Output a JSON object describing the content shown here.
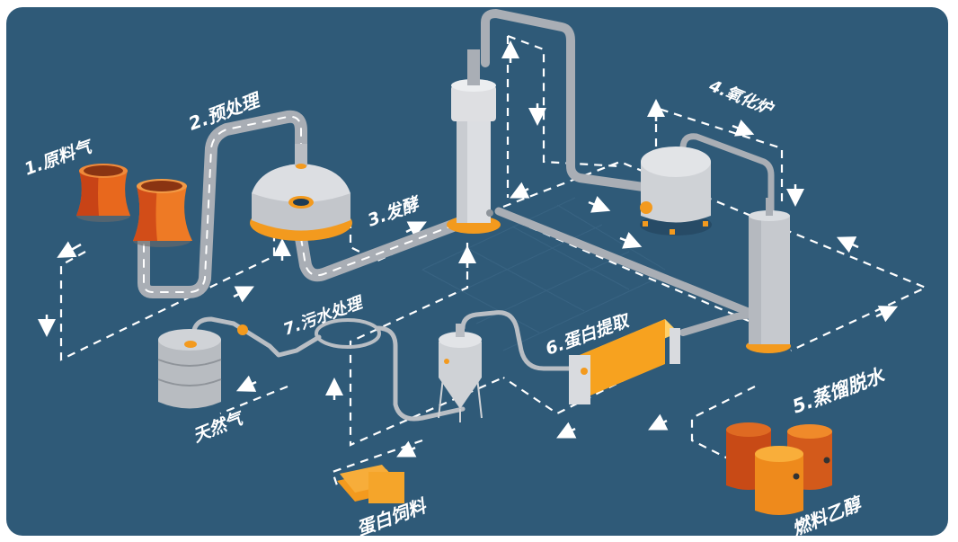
{
  "diagram": {
    "title": "燃料乙醇生产工艺流程",
    "colors": {
      "background": "#2f5a78",
      "pipe": "#a9aeb5",
      "equipment": "#d3d6da",
      "accent_orange": "#f39a1e",
      "tower_red": "#d9531c",
      "flow_line": "#ffffff"
    },
    "steps": [
      {
        "id": "1",
        "label": "1.原料气",
        "icon": "cooling-tower-icon"
      },
      {
        "id": "2",
        "label": "2.预处理",
        "icon": "pretreatment-tank-icon"
      },
      {
        "id": "3",
        "label": "3.发酵",
        "icon": "fermentation-column-icon"
      },
      {
        "id": "4",
        "label": "4.氧化炉",
        "icon": "oxidation-furnace-icon"
      },
      {
        "id": "5",
        "label": "5.蒸馏脱水",
        "icon": "distillation-column-icon"
      },
      {
        "id": "6",
        "label": "6.蛋白提取",
        "icon": "protein-extractor-icon"
      },
      {
        "id": "7",
        "label": "7.污水处理",
        "icon": "wastewater-ring-icon"
      }
    ],
    "products": [
      {
        "label": "天然气",
        "icon": "gas-tank-icon"
      },
      {
        "label": "蛋白饲料",
        "icon": "feed-bags-icon"
      },
      {
        "label": "燃料乙醇",
        "icon": "oil-barrels-icon"
      }
    ]
  }
}
